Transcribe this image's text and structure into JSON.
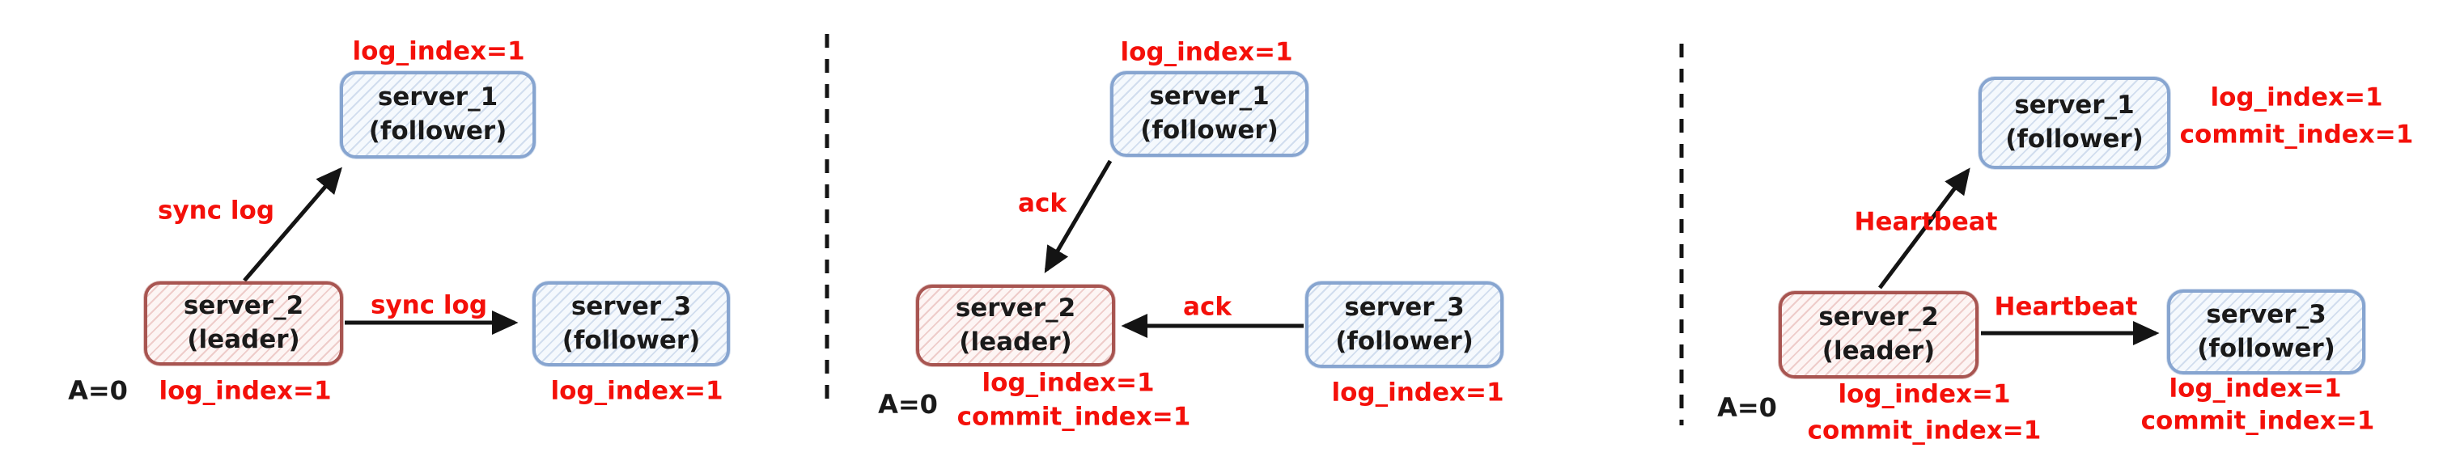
{
  "colors": {
    "red_text": "#f4100a",
    "black_text": "#1a1a1a",
    "arrow": "#141414",
    "leader_border": "#a85551",
    "leader_fill": "#fdf5f4",
    "follower_border": "#87a5d0",
    "follower_fill": "#f5f9fd"
  },
  "panels": [
    {
      "caption": "A=0",
      "servers": {
        "server1": {
          "name": "server_1",
          "role": "(follower)"
        },
        "server2": {
          "name": "server_2",
          "role": "(leader)"
        },
        "server3": {
          "name": "server_3",
          "role": "(follower)"
        }
      },
      "labels": {
        "server1_top": "log_index=1",
        "server2_bottom1": "log_index=1",
        "server3_bottom1": "log_index=1",
        "edge_to_server1": "sync log",
        "edge_to_server3": "sync log"
      }
    },
    {
      "caption": "A=0",
      "servers": {
        "server1": {
          "name": "server_1",
          "role": "(follower)"
        },
        "server2": {
          "name": "server_2",
          "role": "(leader)"
        },
        "server3": {
          "name": "server_3",
          "role": "(follower)"
        }
      },
      "labels": {
        "server1_top": "log_index=1",
        "server2_bottom1": "log_index=1",
        "server2_bottom2": "commit_index=1",
        "server3_bottom1": "log_index=1",
        "edge_from_server1": "ack",
        "edge_from_server3": "ack"
      }
    },
    {
      "caption": "A=0",
      "servers": {
        "server1": {
          "name": "server_1",
          "role": "(follower)"
        },
        "server2": {
          "name": "server_2",
          "role": "(leader)"
        },
        "server3": {
          "name": "server_3",
          "role": "(follower)"
        }
      },
      "labels": {
        "server1_right1": "log_index=1",
        "server1_right2": "commit_index=1",
        "server2_bottom1": "log_index=1",
        "server2_bottom2": "commit_index=1",
        "server3_bottom1": "log_index=1",
        "server3_bottom2": "commit_index=1",
        "edge_to_server1": "Heartbeat",
        "edge_to_server3": "Heartbeat"
      }
    }
  ]
}
